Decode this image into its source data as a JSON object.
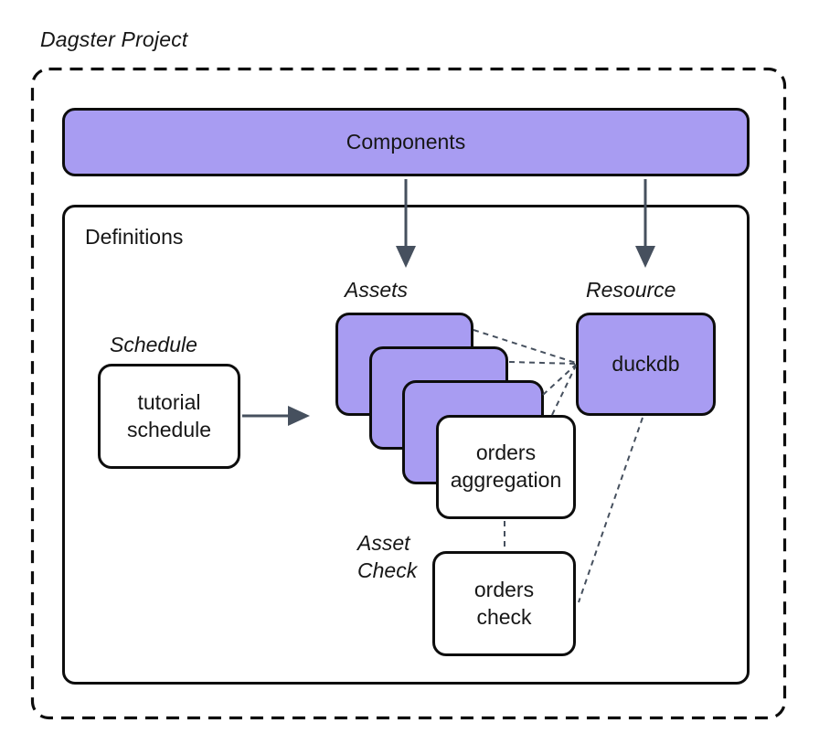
{
  "title": "Dagster Project",
  "components": {
    "label": "Components"
  },
  "definitions": {
    "label": "Definitions",
    "schedule": {
      "heading": "Schedule",
      "node_label": "tutorial\nschedule"
    },
    "assets": {
      "heading": "Assets",
      "stack_count": 3,
      "front_node_label": "orders\naggregation"
    },
    "resource": {
      "heading": "Resource",
      "node_label": "duckdb"
    },
    "asset_check": {
      "heading": "Asset\nCheck",
      "node_label": "orders\ncheck"
    }
  },
  "connections": [
    {
      "from": "components",
      "to": "assets",
      "style": "solid-arrow"
    },
    {
      "from": "components",
      "to": "resource",
      "style": "solid-arrow"
    },
    {
      "from": "tutorial-schedule",
      "to": "assets-stack",
      "style": "solid-arrow"
    },
    {
      "from": "asset-box-1",
      "to": "duckdb",
      "style": "dashed"
    },
    {
      "from": "asset-box-2",
      "to": "duckdb",
      "style": "dashed"
    },
    {
      "from": "asset-box-3",
      "to": "duckdb",
      "style": "dashed"
    },
    {
      "from": "orders-aggregation",
      "to": "duckdb",
      "style": "dashed"
    },
    {
      "from": "orders-check",
      "to": "duckdb",
      "style": "dashed"
    },
    {
      "from": "orders-aggregation",
      "to": "orders-check",
      "style": "dashed"
    }
  ],
  "colors": {
    "node_purple": "#A89CF2",
    "outline": "#0D0D0D",
    "connector_slate": "#46505E",
    "text": "#161616",
    "background": "#FFFFFF"
  }
}
